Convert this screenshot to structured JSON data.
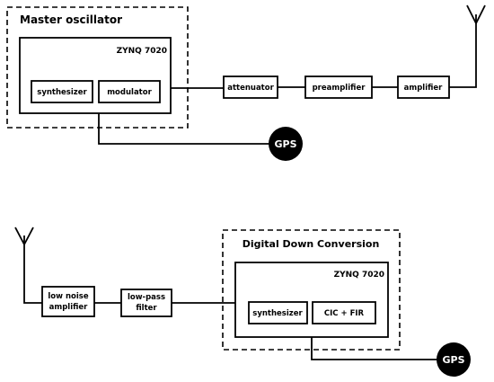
{
  "top_chain": {
    "group_title": "Master oscillator",
    "board_label": "ZYNQ 7020",
    "blocks": [
      "synthesizer",
      "modulator",
      "attenuator",
      "preamplifier",
      "amplifier"
    ],
    "gps_label": "GPS"
  },
  "bottom_chain": {
    "group_title": "Digital Down Conversion",
    "board_label": "ZYNQ 7020",
    "blocks": [
      "low noise amplifier",
      "low-pass filter",
      "synthesizer",
      "CIC + FIR"
    ],
    "lna_lines": [
      "low noise",
      "amplifier"
    ],
    "lpf_lines": [
      "low-pass",
      "filter"
    ],
    "gps_label": "GPS"
  },
  "colors": {
    "ink": "#000000",
    "background": "#ffffff"
  },
  "icons": [
    "antenna-icon",
    "gps-node"
  ]
}
